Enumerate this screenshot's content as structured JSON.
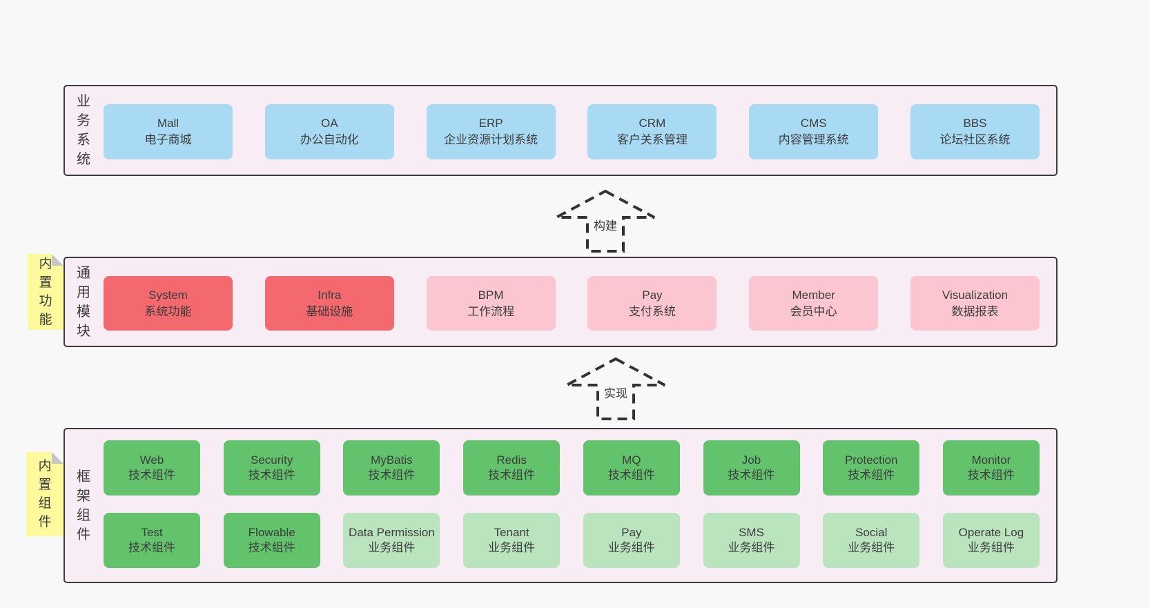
{
  "colors": {
    "page_bg": "#f8f8f8",
    "panel_bg": "#f8edf5",
    "panel_border": "#3b3b3b",
    "box_blue": "#a9daf3",
    "box_red": "#f4696d",
    "box_pink": "#fbc6d0",
    "box_green": "#63c36d",
    "box_green_light": "#bae4be",
    "tab_yellow": "#fcfa9d",
    "tab_fold": "#c6c6c6",
    "text": "#3a3a3a"
  },
  "arrows": {
    "build": "构建",
    "implement": "实现"
  },
  "sections": {
    "business": {
      "label": "业务系统",
      "items": [
        {
          "en": "Mall",
          "zh": "电子商城"
        },
        {
          "en": "OA",
          "zh": "办公自动化"
        },
        {
          "en": "ERP",
          "zh": "企业资源计划系统"
        },
        {
          "en": "CRM",
          "zh": "客户关系管理"
        },
        {
          "en": "CMS",
          "zh": "内容管理系统"
        },
        {
          "en": "BBS",
          "zh": "论坛社区系统"
        }
      ]
    },
    "modules": {
      "tab": "内置功能",
      "label": "通用模块",
      "items": [
        {
          "en": "System",
          "zh": "系统功能"
        },
        {
          "en": "Infra",
          "zh": "基础设施"
        },
        {
          "en": "BPM",
          "zh": "工作流程"
        },
        {
          "en": "Pay",
          "zh": "支付系统"
        },
        {
          "en": "Member",
          "zh": "会员中心"
        },
        {
          "en": "Visualization",
          "zh": "数据报表"
        }
      ]
    },
    "components": {
      "tab": "内置组件",
      "label": "框架组件",
      "row1": [
        {
          "en": "Web",
          "zh": "技术组件"
        },
        {
          "en": "Security",
          "zh": "技术组件"
        },
        {
          "en": "MyBatis",
          "zh": "技术组件"
        },
        {
          "en": "Redis",
          "zh": "技术组件"
        },
        {
          "en": "MQ",
          "zh": "技术组件"
        },
        {
          "en": "Job",
          "zh": "技术组件"
        },
        {
          "en": "Protection",
          "zh": "技术组件"
        },
        {
          "en": "Monitor",
          "zh": "技术组件"
        }
      ],
      "row2": [
        {
          "en": "Test",
          "zh": "技术组件"
        },
        {
          "en": "Flowable",
          "zh": "技术组件"
        },
        {
          "en": "Data Permission",
          "zh": "业务组件"
        },
        {
          "en": "Tenant",
          "zh": "业务组件"
        },
        {
          "en": "Pay",
          "zh": "业务组件"
        },
        {
          "en": "SMS",
          "zh": "业务组件"
        },
        {
          "en": "Social",
          "zh": "业务组件"
        },
        {
          "en": "Operate Log",
          "zh": "业务组件"
        }
      ]
    }
  }
}
